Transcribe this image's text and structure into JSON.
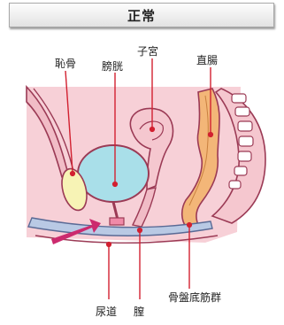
{
  "title": "正常",
  "labels": {
    "pubic_bone": "恥骨",
    "bladder": "膀胱",
    "uterus": "子宮",
    "rectum": "直腸",
    "urethra": "尿道",
    "vagina": "膣",
    "pelvic_floor_muscles": "骨盤底筋群"
  },
  "colors": {
    "outline": "#9b3a55",
    "tissue_pink": "#f5c7cf",
    "light_pink": "#fbe3e8",
    "bladder": "#a9dfe9",
    "rectum": "#f3b678",
    "bone": "#f7f3b5",
    "floor_blue": "#b9c9e4",
    "arrow": "#cc2a6e",
    "marker_red": "#d22030"
  }
}
